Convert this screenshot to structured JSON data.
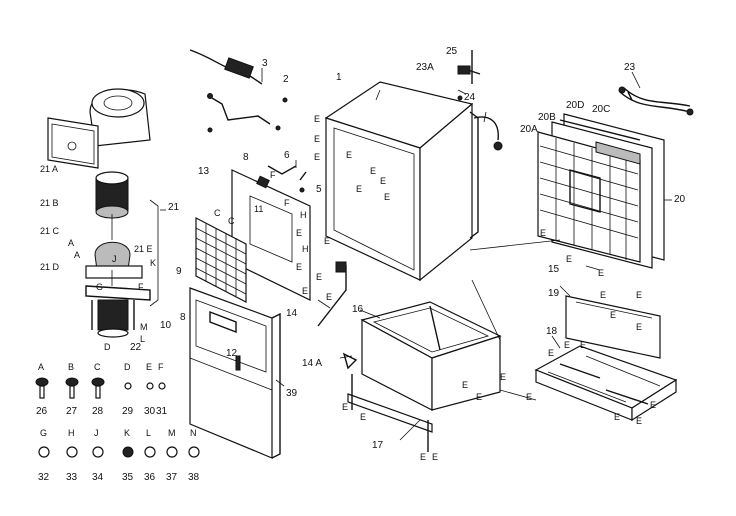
{
  "labels": {
    "l1": "1",
    "l2": "2",
    "l3": "3",
    "l5": "5",
    "l6": "6",
    "l8a": "8",
    "l8b": "8",
    "l9": "9",
    "l10": "10",
    "l12": "12",
    "l13": "13",
    "l14": "14",
    "l14a": "14 A",
    "l15": "15",
    "l16": "16",
    "l17": "17",
    "l18": "18",
    "l19": "19",
    "l20": "20",
    "l20a": "20A",
    "l20b": "20B",
    "l20c": "20C",
    "l20d": "20D",
    "l21": "21",
    "l21a": "21 A",
    "l21b": "21 B",
    "l21c": "21 C",
    "l21d": "21 D",
    "l21e": "21 E",
    "l22": "22",
    "l23": "23",
    "l23a": "23A",
    "l24": "24",
    "l25": "25",
    "l39": "39",
    "h1": "H",
    "h2": "H",
    "i11": "11",
    "fa": "F",
    "fb": "F",
    "fc": "F",
    "ka": "K",
    "mm": "M",
    "ll": "L",
    "dd": "D",
    "aa": "A",
    "aa2": "A",
    "cc": "C",
    "cc2": "C",
    "jj": "J",
    "gg": "G"
  },
  "hardware": [
    {
      "letter": "A",
      "number": "26"
    },
    {
      "letter": "B",
      "number": "27"
    },
    {
      "letter": "C",
      "number": "28"
    },
    {
      "letter": "D",
      "number": "29"
    },
    {
      "letter": "E",
      "number": "30"
    },
    {
      "letter": "F",
      "number": "31"
    },
    {
      "letter": "G",
      "number": "32"
    },
    {
      "letter": "H",
      "number": "33"
    },
    {
      "letter": "J",
      "number": "34"
    },
    {
      "letter": "K",
      "number": "35"
    },
    {
      "letter": "L",
      "number": "36"
    },
    {
      "letter": "M",
      "number": "37"
    },
    {
      "letter": "N",
      "number": "38"
    }
  ],
  "e_marker": "E"
}
